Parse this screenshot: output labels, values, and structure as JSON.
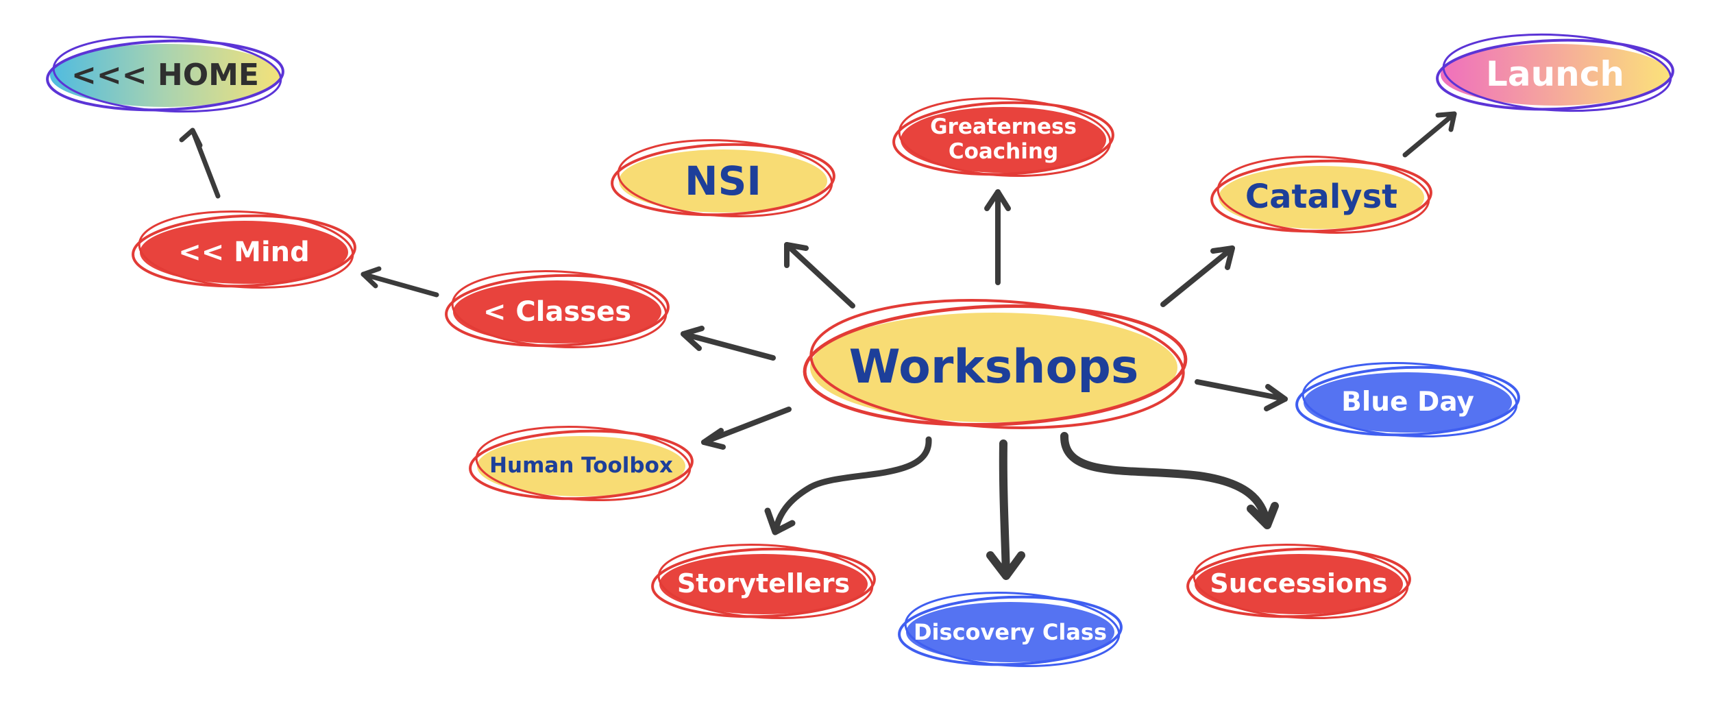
{
  "colors": {
    "yellow": "#f8dc74",
    "red": "#e8433d",
    "red_outline": "#e23b36",
    "blue": "#5573f2",
    "blue_outline": "#3f5ef0",
    "purple_outline": "#5b34d6",
    "navy_text": "#1d3f9a",
    "white_text": "#ffffff",
    "dark_text": "#2f2f2f",
    "arrow": "#3b3b3b"
  },
  "nodes": {
    "home": "<<< HOME",
    "launch": "Launch",
    "greatness": "Greaterness Coaching",
    "nsi": "NSI",
    "catalyst": "Catalyst",
    "mind": "<< Mind",
    "classes": "< Classes",
    "workshops": "Workshops",
    "blue_day": "Blue Day",
    "human_toolbox": "Human Toolbox",
    "storytellers": "Storytellers",
    "discovery_class": "Discovery Class",
    "successions": "Successions"
  }
}
